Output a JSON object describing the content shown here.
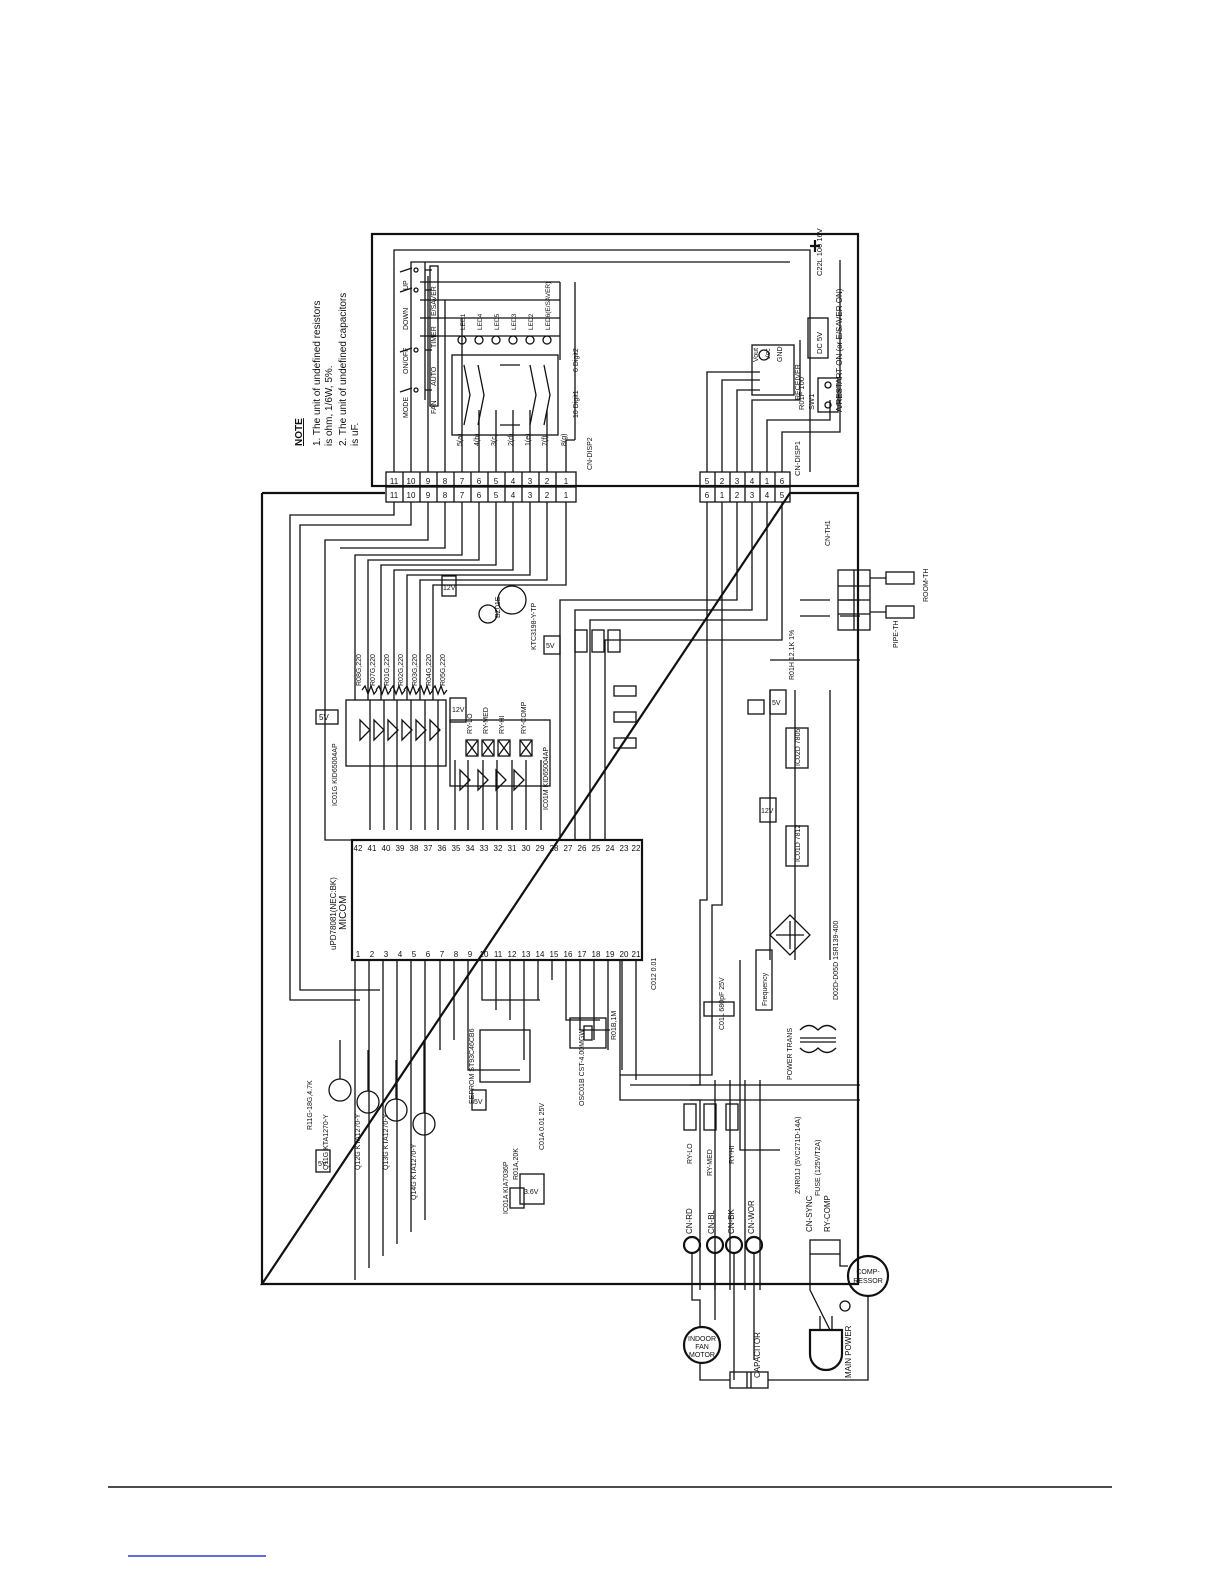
{
  "document": {
    "type": "wiring schematic (rotated 90 degrees)",
    "colors": {
      "ink": "#111111",
      "paper": "#ffffff",
      "footer_link": "#2b3fd8"
    }
  },
  "note": {
    "title": "NOTE",
    "line1a": "1. The unit of undefined resistors",
    "line1b": "is ohm, 1/6W, 5%.",
    "line2a": "2. The unit of undefined capacitors",
    "line2b": "is uF."
  },
  "display_board": {
    "connector1": "CN-DISP1",
    "connector2": "CN-DISP2",
    "keys": [
      "MODE",
      "ON/OFF",
      "DOWN",
      "UP"
    ],
    "leds_left": [
      "FAN",
      "AUTO",
      "TIMER",
      "E/SAVER"
    ],
    "leds_right": [
      "LED1",
      "LED4",
      "LED5",
      "LED3",
      "LED2",
      "LED6(E/SAVER)"
    ],
    "segments": [
      "5(a)",
      "4(b)",
      "3(c)",
      "2(d)",
      "1(e)",
      "7(f)",
      "8(g)"
    ],
    "digit1": "10 Digit1",
    "digit2": "6 Digit2",
    "receiver": [
      "GND",
      "Vcc",
      "Vout"
    ],
    "receiver_label": "RECEIVER",
    "dc5v": "DC 5V",
    "sw1": "SW1",
    "r01f": "R01F 100",
    "restart": "A/RESTART ON (or E/SAVER ON)",
    "c22l": "C22L 100 16V"
  },
  "main_board": {
    "micom_title": "MICOM",
    "micom_part": "uPD78081(NEC:BK)",
    "ic01g": "IC01G KID65004AP",
    "ic01m": "IC01M KID65004AP",
    "eeprom": "EEPROM ST93C46CB6",
    "ic01a": "IC01A KIA7036P",
    "osc": "OSC01B CST-4.00MGW",
    "r01b": "R01B,1M",
    "relays": [
      "RY-LO",
      "RY-MED",
      "RY-HI",
      "RY-COMP"
    ],
    "rel_v": "12V",
    "v5": "5V",
    "buzzer": "BZ01E",
    "ktc": "KTC3198-Y-TP",
    "transistors": [
      "Q11G KTA1270-Y",
      "Q12G KTA1270-Y",
      "Q13G KTA1270-Y",
      "Q14G KTA1270-Y"
    ],
    "r11g": "R11G-18G,4.7K",
    "resistor_block": [
      "R08G,220",
      "R07G,220",
      "R01G,220",
      "R02G,220",
      "R03G,220",
      "R04G,220",
      "R05G,220"
    ],
    "ic02d": "IC02D 7805",
    "ic01d": "IC01D 7812",
    "frequency": "Frequency",
    "bridge": "D02D-D05D 1SR139-400",
    "power_trans": "POWER TRANS",
    "fuse": "FUSE (125V/T2A)",
    "znr": "ZNR01J (5VC271D-14A)",
    "cn_th1": "CN-TH1",
    "room_th": "ROOM-TH",
    "pipe_th": "PIPE-TH",
    "r01h": "R01H 12.1K 1%",
    "c22l_alt": "C01L 680pF 25V",
    "c012": "C012 0.01",
    "c01a": "C01A 0.01 25V",
    "r01a": "R01A,20K",
    "v36": "3.6V"
  },
  "power_side": {
    "connectors": [
      "CN-RD",
      "CN-BL",
      "CN-BK",
      "CN-WOR"
    ],
    "cn_sync": "CN-SYNC",
    "ry_comp": "RY-COMP",
    "compressor": "COMP-RESSOR",
    "fan_motor": "INDOOR FAN MOTOR",
    "capacitor": "CAPACITOR",
    "main_power": "MAIN POWER"
  }
}
